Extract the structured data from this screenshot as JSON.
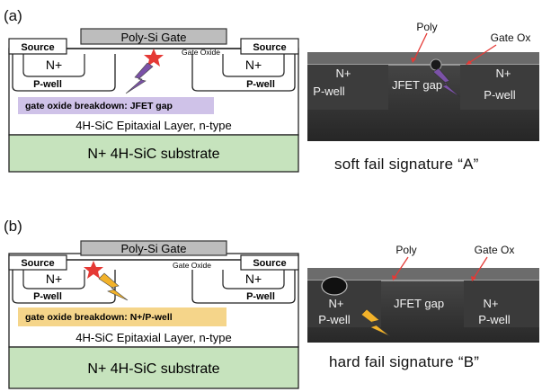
{
  "panels": [
    {
      "label": "(a)",
      "gate_label": "Poly-Si Gate",
      "gate_oxide_label": "Gate Oxide",
      "source_left": "Source",
      "source_right": "Source",
      "nplus_left": "N+",
      "nplus_right": "N+",
      "pwell_left": "P-well",
      "pwell_right": "P-well",
      "breakdown_label": "gate oxide breakdown: JFET gap",
      "breakdown_color": "#cfc2e8",
      "bolt_color": "#7b52a8",
      "epi_label": "4H-SiC Epitaxial Layer, n-type",
      "substrate_label": "N+ 4H-SiC substrate",
      "substrate_color": "#c6e3bd",
      "sem": {
        "poly": "Poly",
        "gate_ox": "Gate Ox",
        "nplus_left": "N+",
        "nplus_right": "N+",
        "pwell_left": "P-well",
        "pwell_right": "P-well",
        "jfet": "JFET gap"
      },
      "caption": "soft fail signature “A”"
    },
    {
      "label": "(b)",
      "gate_label": "Poly-Si Gate",
      "gate_oxide_label": "Gate Oxide",
      "source_left": "Source",
      "source_right": "Source",
      "nplus_left": "N+",
      "nplus_right": "N+",
      "pwell_left": "P-well",
      "pwell_right": "P-well",
      "breakdown_label": "gate oxide breakdown: N+/P-well",
      "breakdown_color": "#f5d58a",
      "bolt_color": "#f2b22a",
      "epi_label": "4H-SiC Epitaxial Layer, n-type",
      "substrate_label": "N+ 4H-SiC substrate",
      "substrate_color": "#c6e3bd",
      "sem": {
        "poly": "Poly",
        "gate_ox": "Gate Ox",
        "nplus_left": "N+",
        "nplus_right": "N+",
        "pwell_left": "P-well",
        "pwell_right": "P-well",
        "jfet": "JFET gap"
      },
      "caption": "hard fail signature “B”"
    }
  ]
}
